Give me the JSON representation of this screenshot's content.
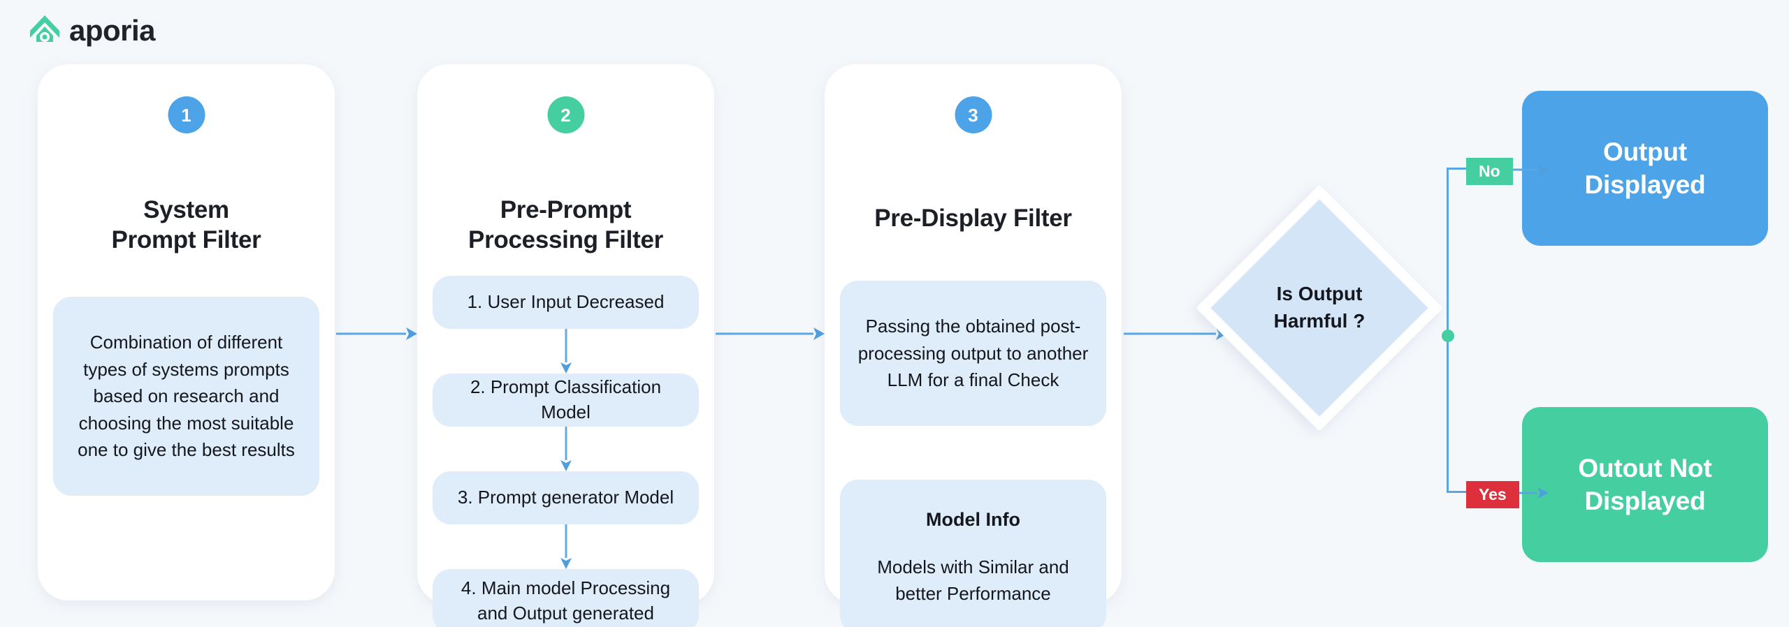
{
  "brand": {
    "name": "aporia",
    "logo_icon": "aporia-droplet-logo",
    "accent_green": "#45cfa0",
    "accent_blue": "#4da3e8",
    "danger_red": "#dd2f3c"
  },
  "canvas": {
    "background": "#f5f8fb",
    "connector_color": "#5ba6e0"
  },
  "cards": [
    {
      "number": "1",
      "badge_color": "#4da3e8",
      "title": "System\nPrompt Filter",
      "title_line_1": "System",
      "title_line_2": "Prompt Filter",
      "info": "Combination of different types of systems prompts based on research and choosing the most suitable one to give the best results"
    },
    {
      "number": "2",
      "badge_color": "#45cfa0",
      "title": "Pre-Prompt\nProcessing Filter",
      "title_line_1": "Pre-Prompt",
      "title_line_2": "Processing Filter",
      "steps": [
        "1. User Input Decreased",
        "2. Prompt Classification Model",
        "3. Prompt generator Model",
        "4. Main model Processing and Output generated"
      ]
    },
    {
      "number": "3",
      "badge_color": "#4da3e8",
      "title": "Pre-Display Filter",
      "title_line_1": "Pre-Display Filter",
      "info_primary": "Passing the obtained post-processing output to another LLM for a final Check",
      "info_secondary_heading": "Model Info",
      "info_secondary_body": "Models with Similar and better Performance"
    }
  ],
  "decision": {
    "label_line_1": "Is Output",
    "label_line_2": "Harmful ?",
    "fill": "#d4e5f7"
  },
  "branches": [
    {
      "tag": "No",
      "tag_color": "#45cfa0",
      "result": "Output Displayed",
      "result_color": "#4da3e8"
    },
    {
      "tag": "Yes",
      "tag_color": "#dd2f3c",
      "result": "Outout Not Displayed",
      "result_color": "#45cfa0"
    }
  ],
  "results": {
    "displayed": "Output Displayed",
    "not_displayed_line_1": "Outout Not",
    "not_displayed_line_2": "Displayed"
  }
}
